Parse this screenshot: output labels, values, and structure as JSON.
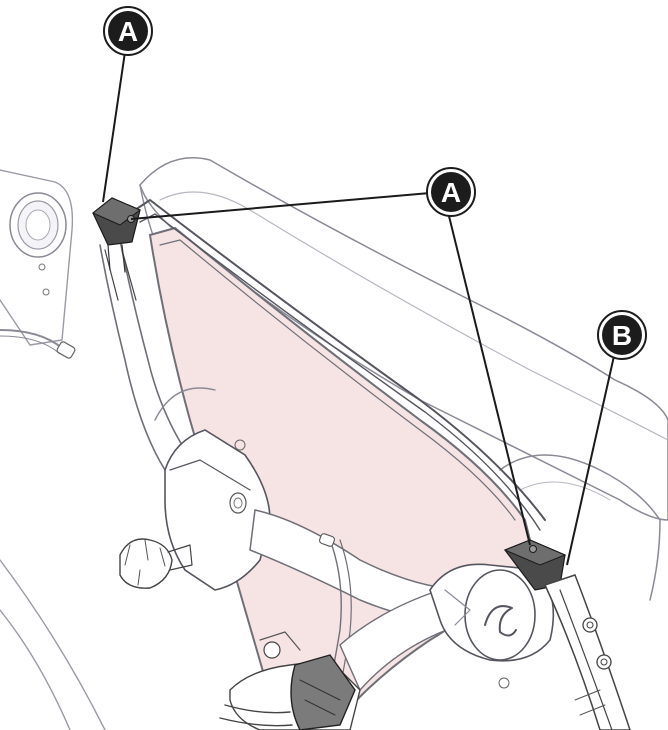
{
  "colors": {
    "outline": "#6f6f78",
    "outline_light": "#b7b7c2",
    "panel_fill": "#f6e3e4",
    "frame_fill": "#f7f3f5",
    "part_dark": "#3a3a3a",
    "part_mid": "#7b7b7b",
    "callout_fill": "#1c1c1c",
    "leader": "#1a1a1a"
  },
  "callouts": {
    "a_top": {
      "label": "A"
    },
    "a_right": {
      "label": "A"
    },
    "b": {
      "label": "B"
    }
  }
}
